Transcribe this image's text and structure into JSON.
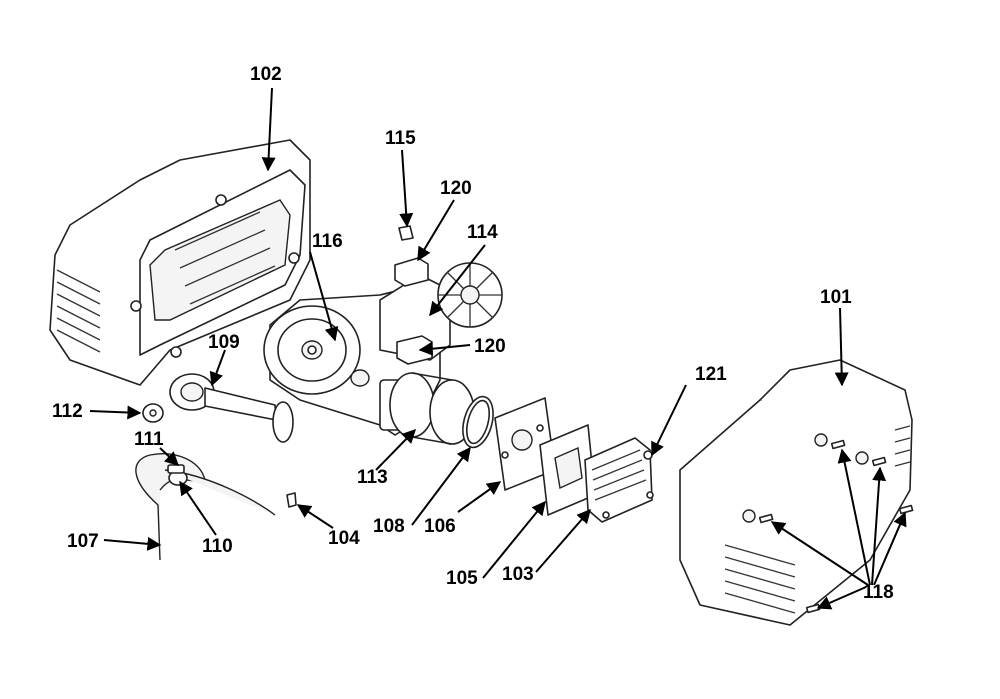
{
  "callouts": {
    "p101": "101",
    "p102": "102",
    "p103": "103",
    "p104": "104",
    "p105": "105",
    "p106": "106",
    "p107": "107",
    "p108": "108",
    "p109": "109",
    "p110": "110",
    "p111": "111",
    "p112": "112",
    "p113": "113",
    "p114": "114",
    "p115": "115",
    "p116": "116",
    "p118": "118",
    "p120a": "120",
    "p120b": "120",
    "p121": "121"
  }
}
